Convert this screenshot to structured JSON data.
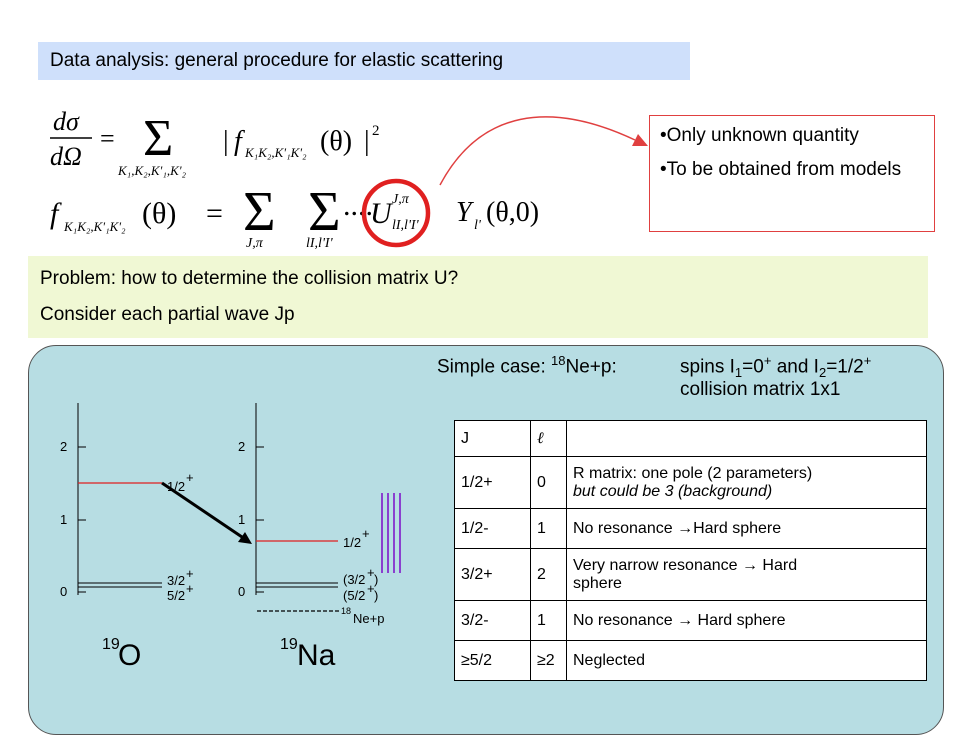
{
  "title": "Data analysis: general procedure for elastic scattering",
  "equations": {
    "eq1": "dσ/dΩ = Σ_{K1,K2,K'1,K'2} | f_{K1K2,K'1K'2}(θ) |²",
    "eq2": "f_{K1K2,K'1K'2}(θ) = Σ_{J,π} Σ_{lI,l'I'} ... U^{J,π}_{lI,l'I'} Y_{l'}(θ,0)"
  },
  "side_note": {
    "items": [
      "•Only unknown quantity",
      "•To be obtained from models"
    ]
  },
  "problem": {
    "line1": "Problem: how to determine the collision matrix U?",
    "line2": "Consider each partial wave Jp"
  },
  "simple_case": {
    "prefix": "Simple case: ",
    "mass": "18",
    "nucleus": "Ne+p:",
    "spins_a": "spins I",
    "sub1": "1",
    "eq0": "=0",
    "plus": "+",
    "and": " and I",
    "sub2": "2",
    "eqhalf": "=1/2",
    "plus2": "+",
    "line2": "collision matrix 1x1"
  },
  "level_scheme_O": {
    "ticks": [
      "2",
      "1",
      "0"
    ],
    "levels": [
      "1/2",
      "3/2",
      "5/2"
    ],
    "parities": [
      "+",
      "+",
      "+"
    ],
    "mass": "19",
    "symbol": "O"
  },
  "level_scheme_Na": {
    "ticks": [
      "2",
      "1",
      "0"
    ],
    "levels": [
      "1/2",
      "(3/2",
      "(5/2",
      ")",
      ")"
    ],
    "parities": [
      "+",
      "+",
      "+"
    ],
    "threshold_mass": "18",
    "threshold": "Ne+p",
    "mass": "19",
    "symbol": "Na"
  },
  "table": {
    "headers": [
      "J",
      "ℓ",
      ""
    ],
    "rows": [
      {
        "J": "1/2+",
        "l": "0",
        "desc": "R matrix: one pole (2 parameters)",
        "desc2": "but could be 3 (background)"
      },
      {
        "J": "1/2-",
        "l": "1",
        "desc": "No resonance →Hard sphere",
        "desc2": ""
      },
      {
        "J": "3/2+",
        "l": "2",
        "desc": "Very narrow resonance → Hard",
        "desc2": "sphere"
      },
      {
        "J": "3/2-",
        "l": "1",
        "desc": "No resonance → Hard sphere",
        "desc2": ""
      },
      {
        "J": "≥5/2",
        "l": "≥2",
        "desc": "Neglected",
        "desc2": ""
      }
    ]
  },
  "colors": {
    "title_bg": "#cfe0fb",
    "problem_bg": "#f0f8d4",
    "panel_bg": "#b7dde3",
    "accent_red": "#e02020",
    "bar_purple": "#8a3fcf"
  }
}
